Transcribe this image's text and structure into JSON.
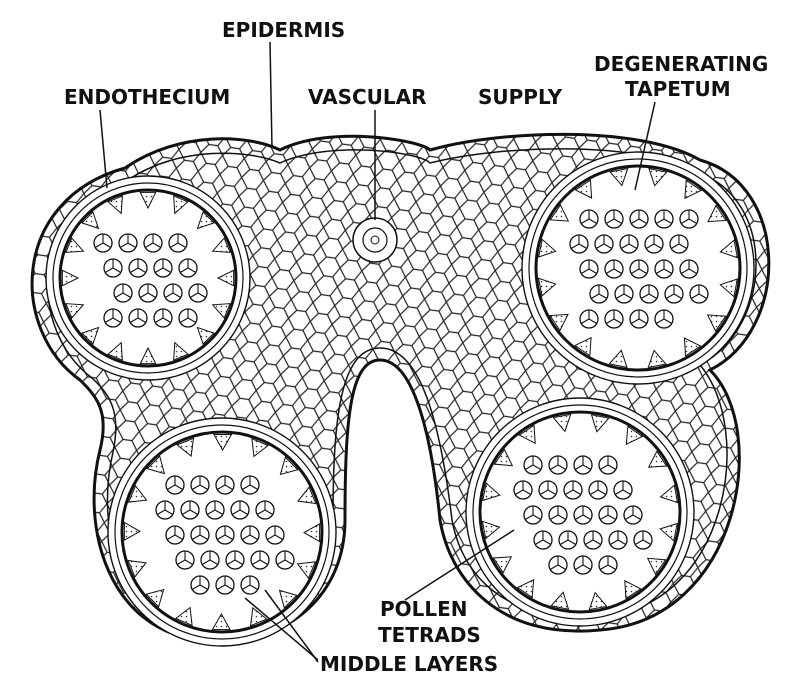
{
  "labels": {
    "epidermis": "EPIDERMIS",
    "endothecium": "ENDOTHECIUM",
    "vascular": "VASCULAR",
    "supply": "SUPPLY",
    "degenerating": "DEGENERATING",
    "tapetum": "TAPETUM",
    "pollen": "POLLEN",
    "tetrads": "TETRADS",
    "middle_layers": "MIDDLE LAYERS"
  },
  "structures": {
    "pollen_sacs": 4,
    "colors": {
      "ink": "#111111",
      "background": "#ffffff",
      "tapetum_fill": "#d9d9d9"
    }
  }
}
